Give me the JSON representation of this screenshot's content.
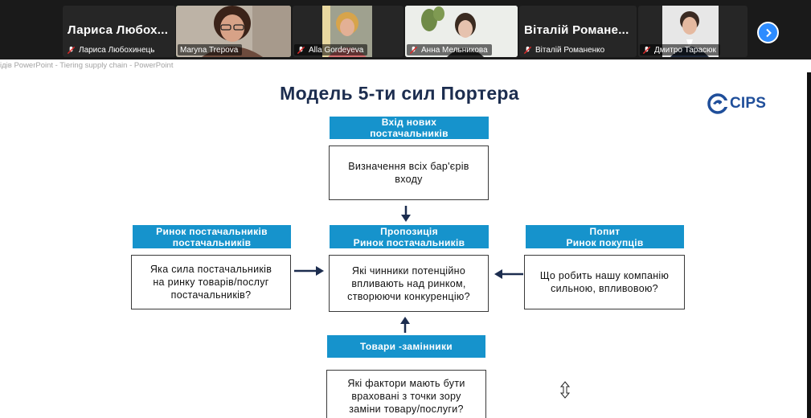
{
  "meeting": {
    "participants": [
      {
        "big_name": "Лариса Любох...",
        "caption": "Лариса Любохинець",
        "video": false
      },
      {
        "big_name": "",
        "caption": "Maryna Trepova",
        "video": true,
        "speaking": true
      },
      {
        "big_name": "",
        "caption": "Alla Gordeyeva",
        "video": true
      },
      {
        "big_name": "",
        "caption": "Анна Мельникова",
        "video": true
      },
      {
        "big_name": "Віталій Романе...",
        "caption": "Віталій Романенко",
        "video": false
      },
      {
        "big_name": "",
        "caption": "Дмитро Тарасюк",
        "video": true
      }
    ]
  },
  "ppt": {
    "window_title": "ідів PowerPoint  -  Tiering supply chain - PowerPoint"
  },
  "slide": {
    "title": "Модель 5-ти сил Портера",
    "logo_text": "CIPS",
    "top": {
      "header_line1": "Вхід нових",
      "header_line2": "постачальників",
      "body_line1": "Визначення всіх бар'єрів",
      "body_line2": "входу"
    },
    "left": {
      "header_line1": "Ринок постачальників",
      "header_line2": "постачальників",
      "body_line1": "Яка сила постачальників",
      "body_line2": "на ринку товарів/послуг",
      "body_line3": "постачальників?"
    },
    "center": {
      "header_line1": "Пропозиція",
      "header_line2": "Ринок постачальників",
      "body_line1": "Які чинники потенційно",
      "body_line2": "впливають над ринком,",
      "body_line3": "створюючи конкуренцію?"
    },
    "right": {
      "header_line1": "Попит",
      "header_line2": "Ринок покупців",
      "body_line1": "Що робить нашу компанію",
      "body_line2": "сильною, впливовою?"
    },
    "bottom": {
      "header_line1": "Товари -замінники",
      "body_line1": "Які фактори мають бути",
      "body_line2": "враховані з точки зору",
      "body_line3": "заміни товару/послуги?"
    }
  },
  "colors": {
    "header_bg": "#1693cc",
    "title": "#1c2d4f",
    "speaking_outline": "#4bc24f",
    "zoom_blue": "#2d8cff",
    "logo": "#1f4e9a"
  }
}
